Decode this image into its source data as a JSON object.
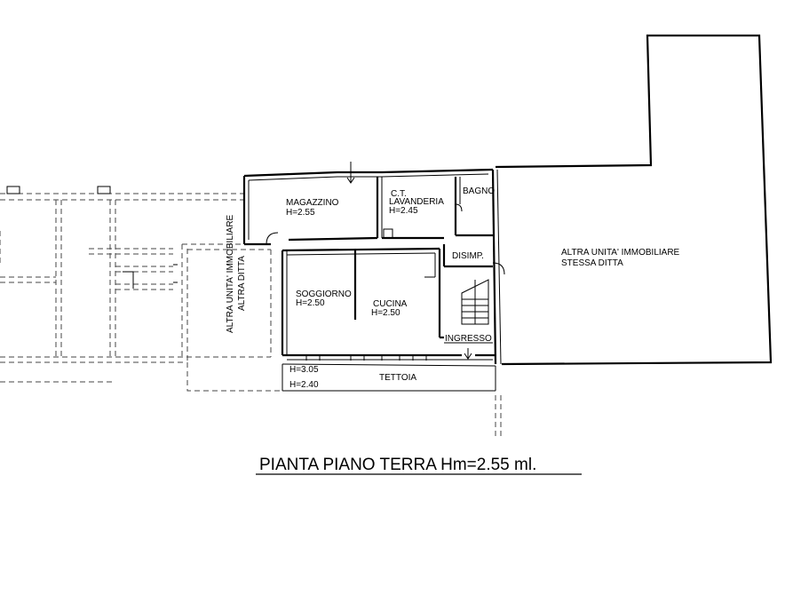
{
  "drawing": {
    "title": "PIANTA PIANO TERRA Hm=2.55 ml.",
    "rooms": {
      "magazzino": {
        "name": "MAGAZZINO",
        "height": "H=2.55"
      },
      "lavanderia": {
        "name1": "C.T.",
        "name2": "LAVANDERIA",
        "height": "H=2.45"
      },
      "bagno": {
        "name": "BAGNO"
      },
      "disimpegno": {
        "name": "DISIMP."
      },
      "soggiorno": {
        "name": "SOGGIORNO",
        "height": "H=2.50"
      },
      "cucina": {
        "name": "CUCINA",
        "height": "H=2.50"
      },
      "ingresso": {
        "name": "INGRESSO"
      },
      "tettoia": {
        "name": "TETTOIA",
        "height_top": "H=3.05",
        "height_bottom": "H=2.40"
      }
    },
    "neighbors": {
      "right": {
        "line1": "ALTRA UNITA' IMMOBILIARE",
        "line2": "STESSA DITTA"
      },
      "left": {
        "line1": "ALTRA UNITA' IMMOBILIARE",
        "line2": "ALTRA DITTA"
      }
    }
  }
}
